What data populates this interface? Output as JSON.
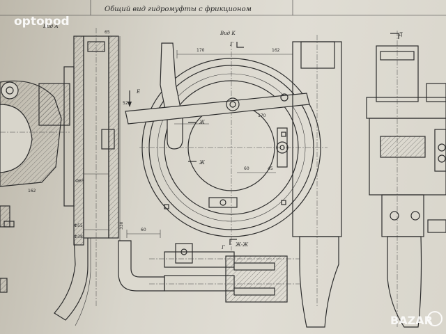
{
  "watermark": {
    "left": "optopod",
    "right": "BAZAR"
  },
  "drawing": {
    "title": "Общий вид гидромуфты с фрикционом",
    "views": {
      "view_a": "Вид А",
      "view_k": "Вид К",
      "view_d": "Д",
      "section_zh": "Ж-Ж",
      "marker_g1": "Г",
      "marker_g2": "Г",
      "marker_e": "Е",
      "marker_zh1": "Ж",
      "marker_zh2": "Ж"
    },
    "dimensions": {
      "d1": "65",
      "d2": "170",
      "d3": "162",
      "d4": "170",
      "d5": "60",
      "d6": "45",
      "d7": "162",
      "d8": "Ф65",
      "d9": "Ф55",
      "d10": "Ф38",
      "d11": "330",
      "d12": "60",
      "d13": "52"
    }
  }
}
